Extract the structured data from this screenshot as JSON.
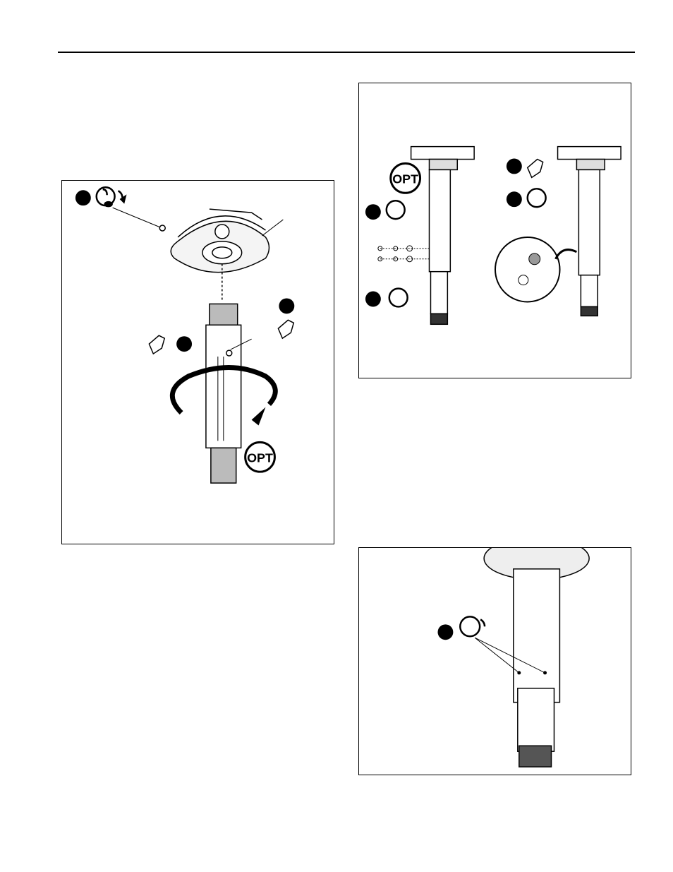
{
  "page": {
    "figures": [
      {
        "id": "mounting-step",
        "badge": "OPT"
      },
      {
        "id": "extension-adjust",
        "badge": "OPT"
      },
      {
        "id": "final-tighten",
        "badge": ""
      }
    ]
  },
  "icons": [
    "step-bullet-icon",
    "wrench-tighten-icon",
    "hand-turn-icon",
    "rotation-arrow-icon",
    "opt-badge-icon"
  ],
  "colors": {
    "ink": "#000000",
    "paper": "#ffffff",
    "shade": "#cccccc"
  }
}
